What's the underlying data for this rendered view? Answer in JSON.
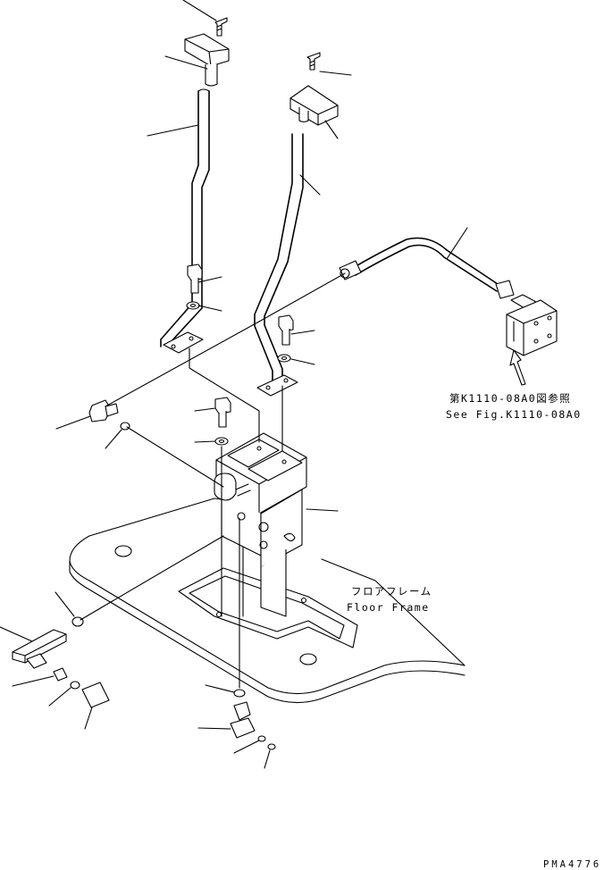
{
  "annotations": {
    "ref_jp": "第K1110-08A0図参照",
    "ref_en": "See Fig.K1110-08A0",
    "floor_jp": "フロアフレーム",
    "floor_en": "Floor Frame",
    "drawing_code": "PMA4776"
  }
}
